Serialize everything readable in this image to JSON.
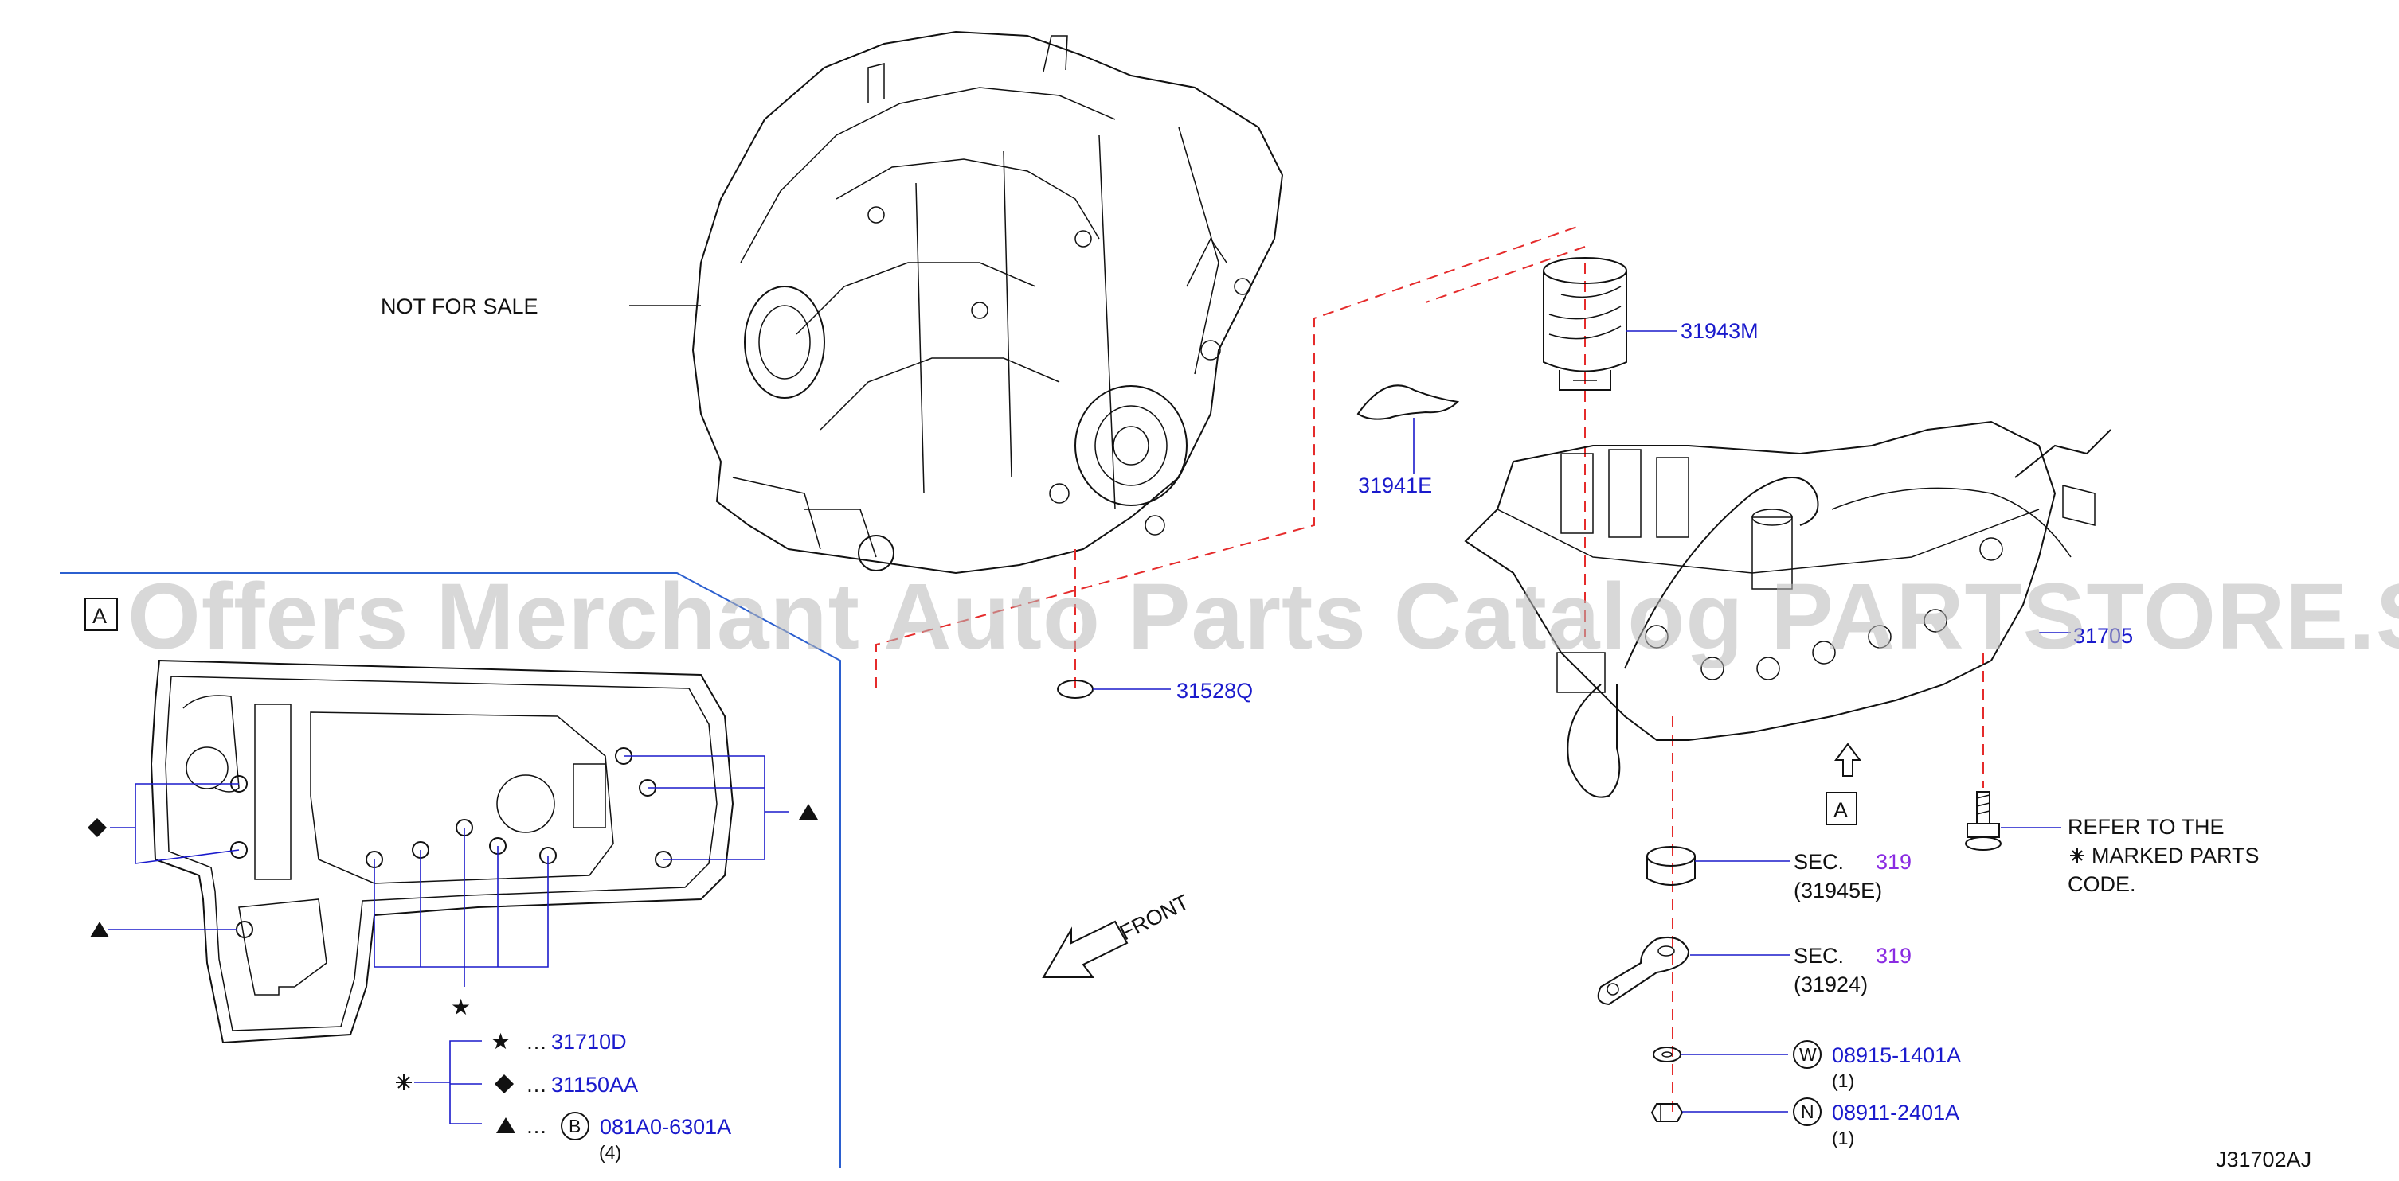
{
  "labels": {
    "not_for_sale": "NOT FOR SALE",
    "front": "FRONT",
    "view_a": "A",
    "view_a_arrow": "A",
    "refer_line1": "REFER TO THE",
    "refer_line2": "MARKED PARTS",
    "refer_line3": "CODE.",
    "diagram_code": "J31702AJ",
    "sec_prefix_1": "SEC.",
    "sec_prefix_2": "SEC.",
    "watermark": "Offers Merchant Auto Parts Catalog PARTSTORE.SA"
  },
  "parts": {
    "p31943M": "31943M",
    "p31941E": "31941E",
    "p31528Q": "31528Q",
    "p31705": "31705",
    "sec319_a": "319",
    "p31945E": "(31945E)",
    "sec319_b": "319",
    "p31924": "(31924)",
    "w_circle": "W",
    "p08915": "08915-1401A",
    "q08915": "(1)",
    "n_circle": "N",
    "p08911": "08911-2401A",
    "q08911": "(1)"
  },
  "legend": {
    "star_dots": "…",
    "star_part": "31710D",
    "diamond_dots": "…",
    "diamond_part": "31150AA",
    "triangle_dots": "…",
    "b_circle": "B",
    "triangle_part": "081A0-6301A",
    "triangle_qty": "(4)"
  },
  "icons": [
    "star-icon",
    "diamond-icon",
    "triangle-icon",
    "snowflake-mark-icon",
    "front-arrow-icon",
    "view-arrow-icon"
  ],
  "colors": {
    "part_number": "#1a1acc",
    "section_ref": "#8a2be2",
    "dash_line": "#e52b2b",
    "inset_border": "#2b5fcf",
    "watermark": "#b9b9b9"
  }
}
